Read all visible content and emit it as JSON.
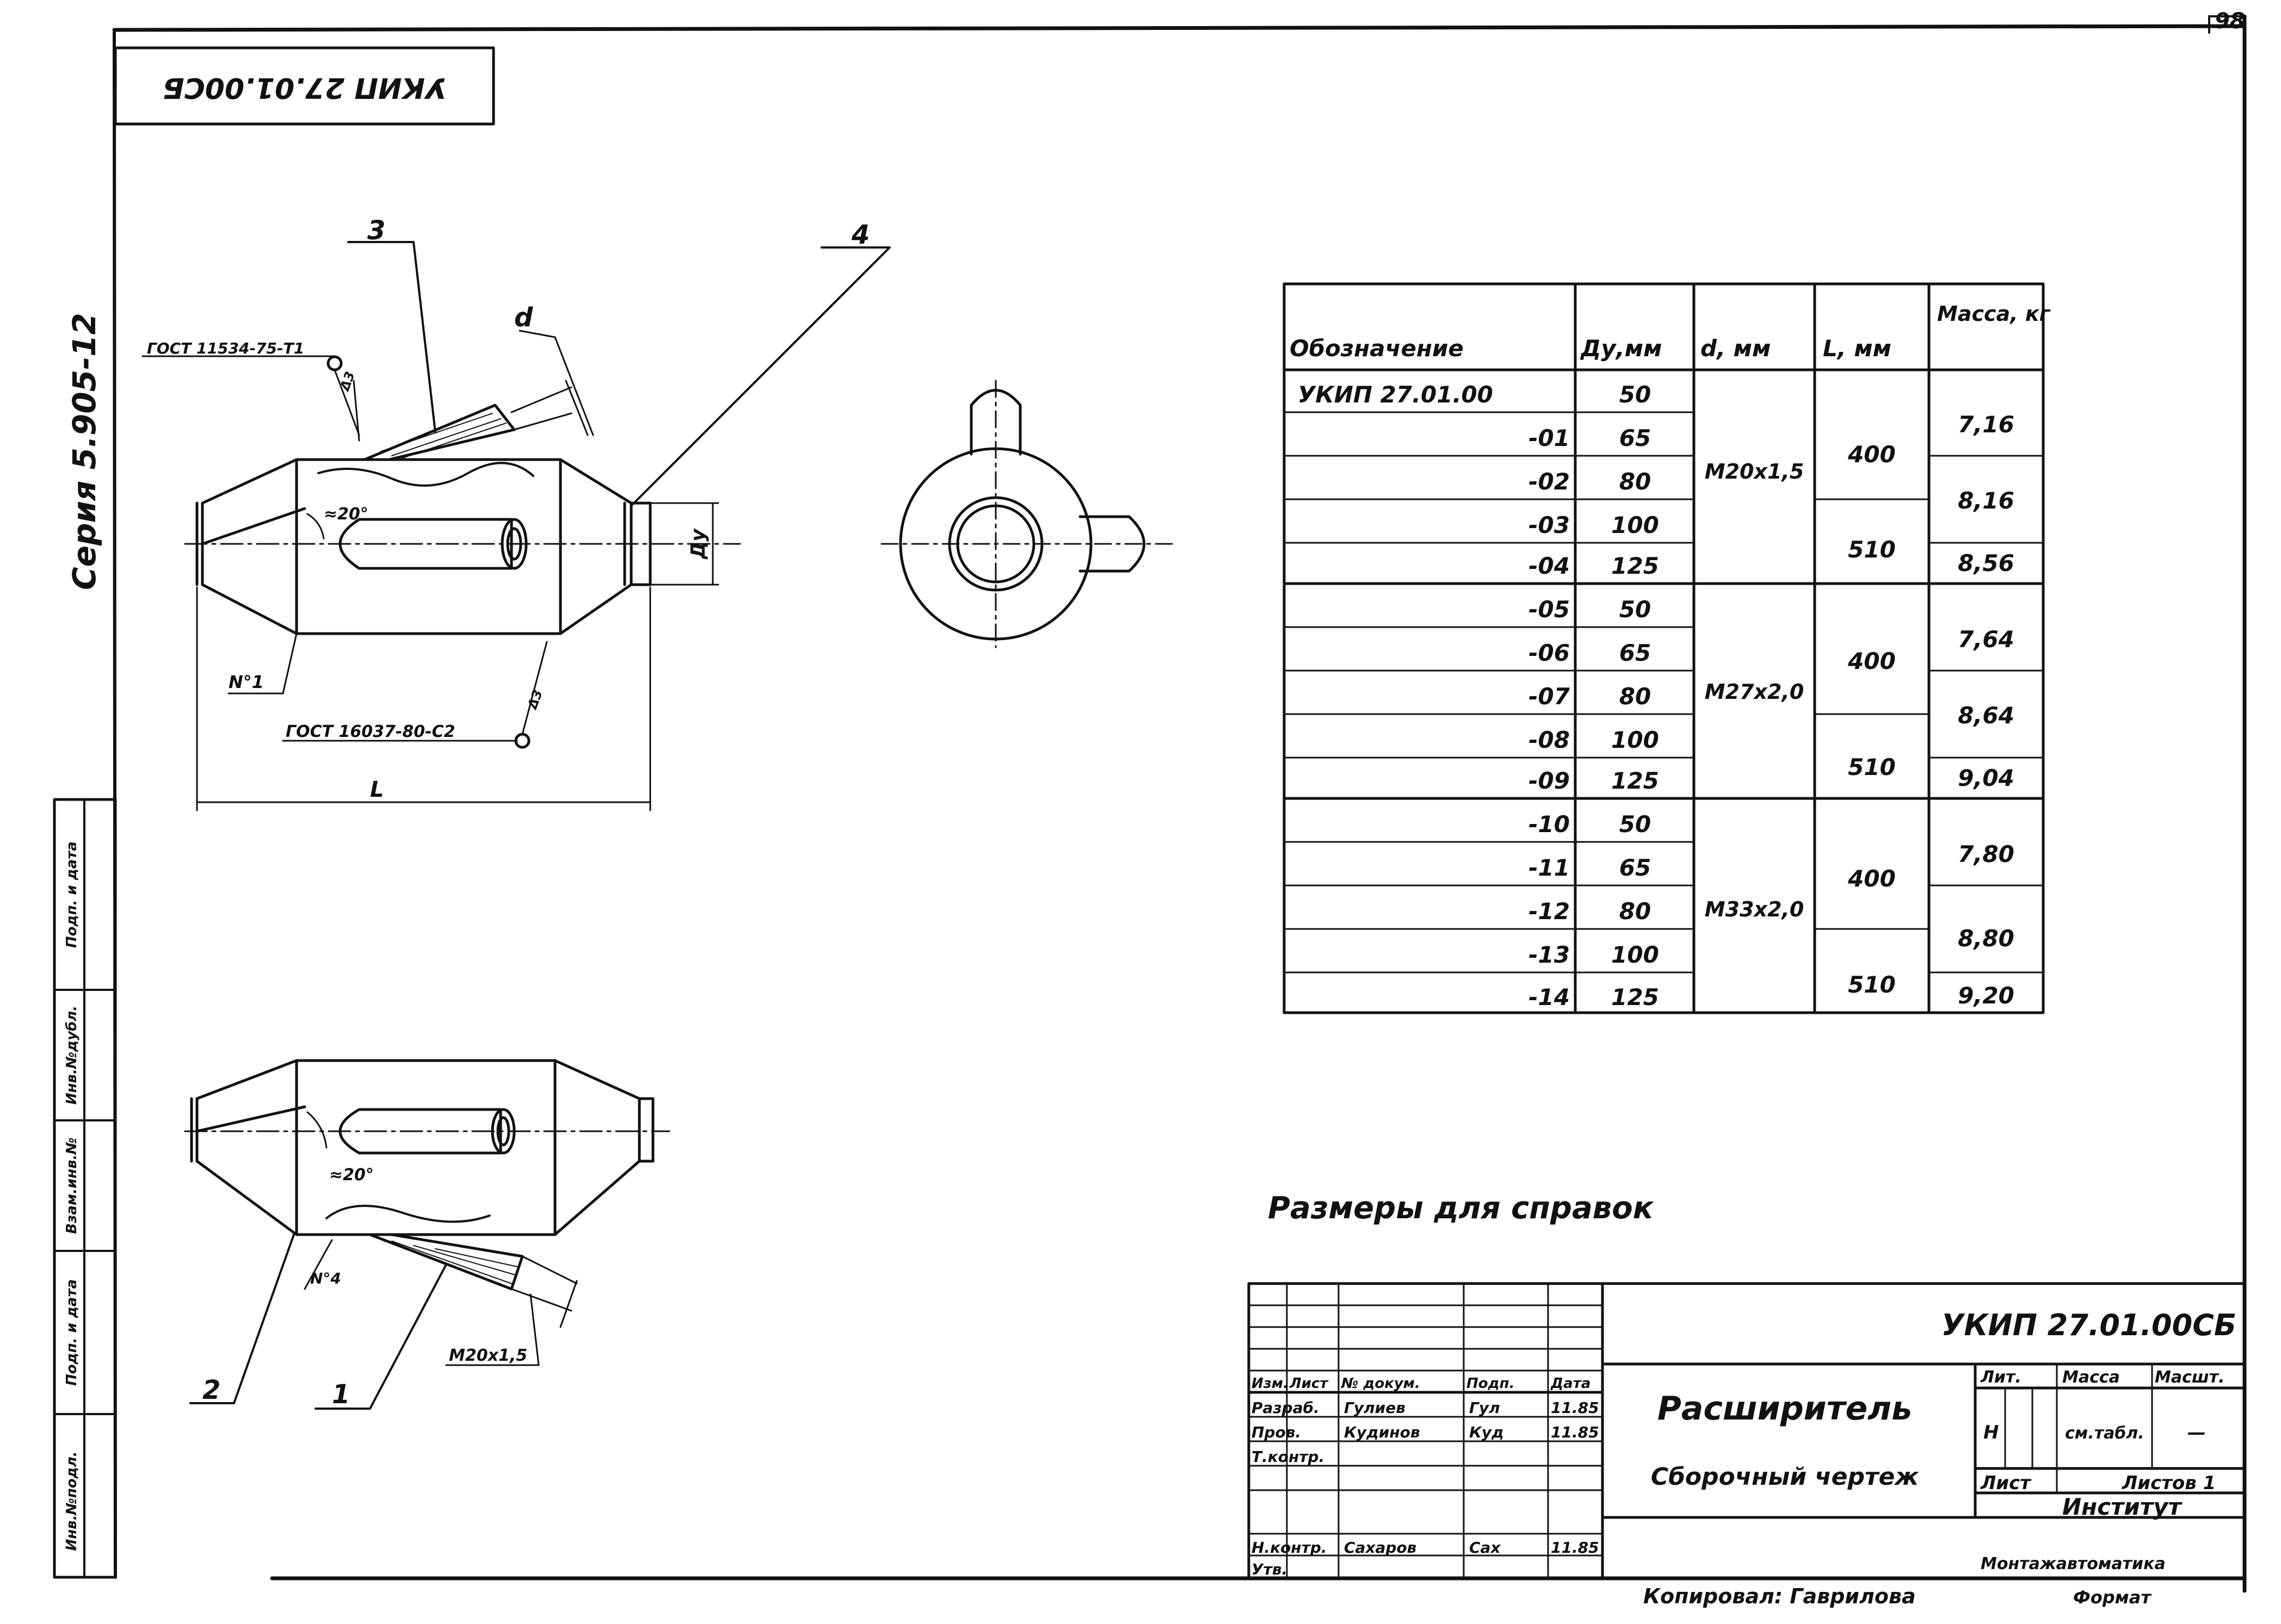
{
  "sheet_number": "98",
  "stamp_code_rotated": "УКИП 27.01.00СБ",
  "series": "Серия 5.905-12",
  "side_labels": [
    "Инв.№подл.",
    "Подп. и дата",
    "Взам.инв.№",
    "Инв.№дубл.",
    "Подп. и дата"
  ],
  "callouts": {
    "p3": "3",
    "p4": "4",
    "p2": "2",
    "p1": "1",
    "d": "d",
    "L": "L",
    "du": "Ду",
    "angle_top": "≈20°",
    "angle_bottom": "≈20°",
    "n1": "N°1",
    "n2": "N°4",
    "gost_top": "ГОСТ 11534-75-Т1",
    "gost_bottom": "ГОСТ 16037-80-С2",
    "weld_top": "Δ3",
    "weld_bottom": "Δ3",
    "thread": "М20x1,5"
  },
  "table": {
    "headers": [
      "Обозначение",
      "Ду,мм",
      "d, мм",
      "L, мм",
      "Масса, кг"
    ],
    "rows": [
      {
        "code": "УКИП 27.01.00",
        "du": "50"
      },
      {
        "code": "-01",
        "du": "65"
      },
      {
        "code": "-02",
        "du": "80"
      },
      {
        "code": "-03",
        "du": "100"
      },
      {
        "code": "-04",
        "du": "125"
      },
      {
        "code": "-05",
        "du": "50"
      },
      {
        "code": "-06",
        "du": "65"
      },
      {
        "code": "-07",
        "du": "80"
      },
      {
        "code": "-08",
        "du": "100"
      },
      {
        "code": "-09",
        "du": "125"
      },
      {
        "code": "-10",
        "du": "50"
      },
      {
        "code": "-11",
        "du": "65"
      },
      {
        "code": "-12",
        "du": "80"
      },
      {
        "code": "-13",
        "du": "100"
      },
      {
        "code": "-14",
        "du": "125"
      }
    ],
    "d_groups": [
      "М20х1,5",
      "М27х2,0",
      "М33х2,0"
    ],
    "l_values": [
      "400",
      "510",
      "400",
      "510",
      "400",
      "510"
    ],
    "masses": [
      "7,16",
      "8,16",
      "8,56",
      "7,64",
      "8,64",
      "9,04",
      "7,80",
      "8,80",
      "9,20"
    ]
  },
  "note": "Размеры для справок",
  "title_block": {
    "code": "УКИП 27.01.00СБ",
    "name": "Расширитель",
    "doc_type": "Сборочный чертеж",
    "col_headers": [
      "Изм.",
      "Лист",
      "№ докум.",
      "Подп.",
      "Дата"
    ],
    "roles": [
      {
        "role": "Разраб.",
        "name": "Гулиев",
        "sign": "Гул",
        "date": "11.85"
      },
      {
        "role": "Пров.",
        "name": "Кудинов",
        "sign": "Куд",
        "date": "11.85"
      },
      {
        "role": "Т.контр.",
        "name": "",
        "sign": "",
        "date": ""
      },
      {
        "role": "Н.контр.",
        "name": "Сахаров",
        "sign": "Сах",
        "date": "11.85"
      },
      {
        "role": "Утв.",
        "name": "",
        "sign": "",
        "date": ""
      }
    ],
    "lit_label": "Лит.",
    "mass_label": "Масса",
    "scale_label": "Масшт.",
    "lit_value": "Н",
    "mass_value": "см.табл.",
    "scale_value": "—",
    "sheet_label": "Лист",
    "sheets_label": "Листов 1",
    "org1": "Институт",
    "org2": "Монтажавтоматика",
    "copied": "Копировал: Гаврилова",
    "format": "Формат"
  }
}
